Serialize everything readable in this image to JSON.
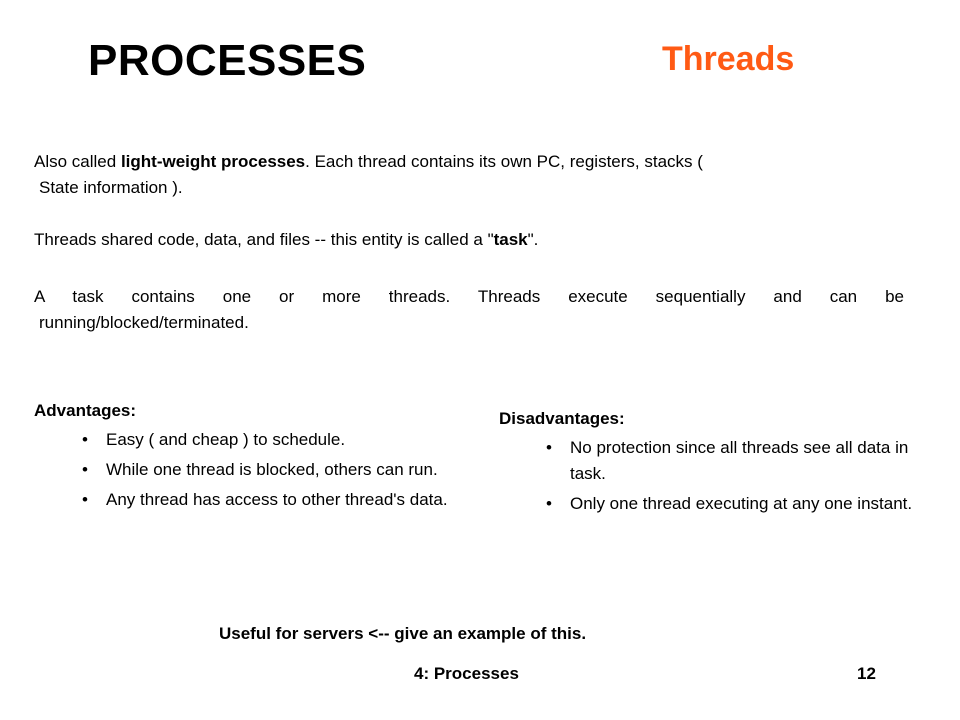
{
  "title": "PROCESSES",
  "subtitle": "Threads",
  "paragraphs": {
    "p1_a": "Also called ",
    "p1_bold": "light-weight processes",
    "p1_b": ".  Each thread contains its own PC, registers, stacks (",
    "p1_cont": "State information ).",
    "p2_a": "Threads shared code, data, and files -- this entity is called a \"",
    "p2_bold": "task",
    "p2_b": "\".",
    "p3_line1": "A task contains one or more threads.   Threads execute sequentially and can be",
    "p3_cont": "running/blocked/terminated."
  },
  "advantages": {
    "heading": "Advantages:",
    "items": [
      "Easy ( and cheap ) to schedule.",
      "While one thread is blocked, others can run.",
      "Any thread has access to other thread's data."
    ]
  },
  "disadvantages": {
    "heading": "Disadvantages:",
    "items": [
      "No protection since all threads see all data in task.",
      "Only one thread executing at any one instant."
    ]
  },
  "bullet_char": "•",
  "footer": {
    "note": "Useful for servers <-- give an example of this.",
    "section": "4: Processes",
    "page": "12"
  },
  "colors": {
    "subtitle": "#ff5a14"
  }
}
